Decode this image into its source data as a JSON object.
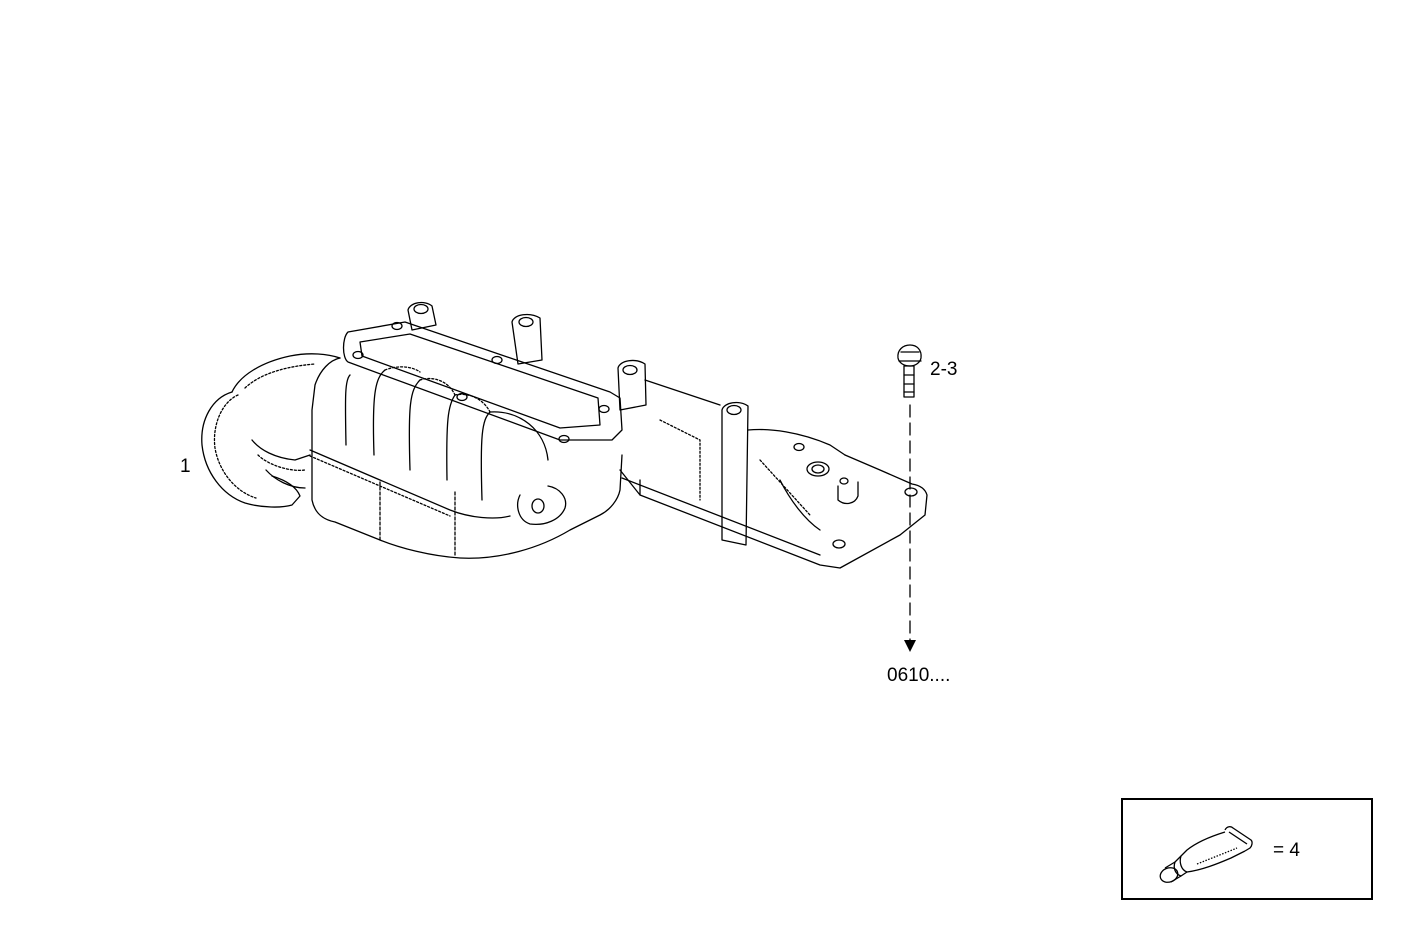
{
  "diagram": {
    "type": "exploded-parts-view",
    "subject": "intake manifold assembly",
    "colors": {
      "line": "#000000",
      "background": "#ffffff"
    },
    "callouts": [
      {
        "id": "part-1",
        "label": "1",
        "refers_to": "intake manifold"
      },
      {
        "id": "part-2-3",
        "label": "2-3",
        "refers_to": "flange bolt"
      },
      {
        "id": "ref-0610",
        "label": "0610....",
        "refers_to": "mating assembly reference"
      }
    ],
    "legend": {
      "icon": "sealant-tube-icon",
      "label": "= 4"
    }
  }
}
